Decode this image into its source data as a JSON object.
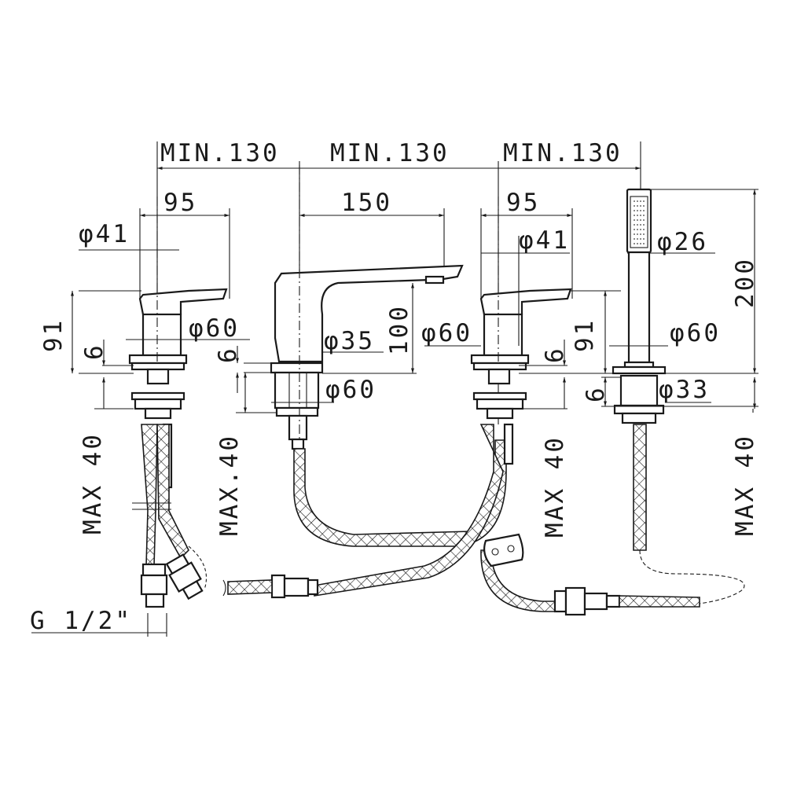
{
  "labels": {
    "min1": "MIN.130",
    "min2": "MIN.130",
    "min3": "MIN.130",
    "w95_left": "95",
    "w150": "150",
    "w95_right": "95",
    "d41_left": "φ41",
    "d41_right": "φ41",
    "d26": "φ26",
    "h200": "200",
    "h91_left": "91",
    "h91_right": "91",
    "h100": "100",
    "d60_left": "φ60",
    "d35": "φ35",
    "d60_center": "φ60",
    "d60_right": "φ60",
    "d60_shower": "φ60",
    "d33": "φ33",
    "six_a": "6",
    "six_b": "6",
    "six_c": "6",
    "six_d": "6",
    "max40_left": "MAX 40",
    "max40_center": "MAX.40",
    "max40_right": "MAX 40",
    "max40_far": "MAX 40",
    "thread": "G 1/2\""
  },
  "colors": {
    "line": "#1a1a1a",
    "background": "#ffffff"
  }
}
